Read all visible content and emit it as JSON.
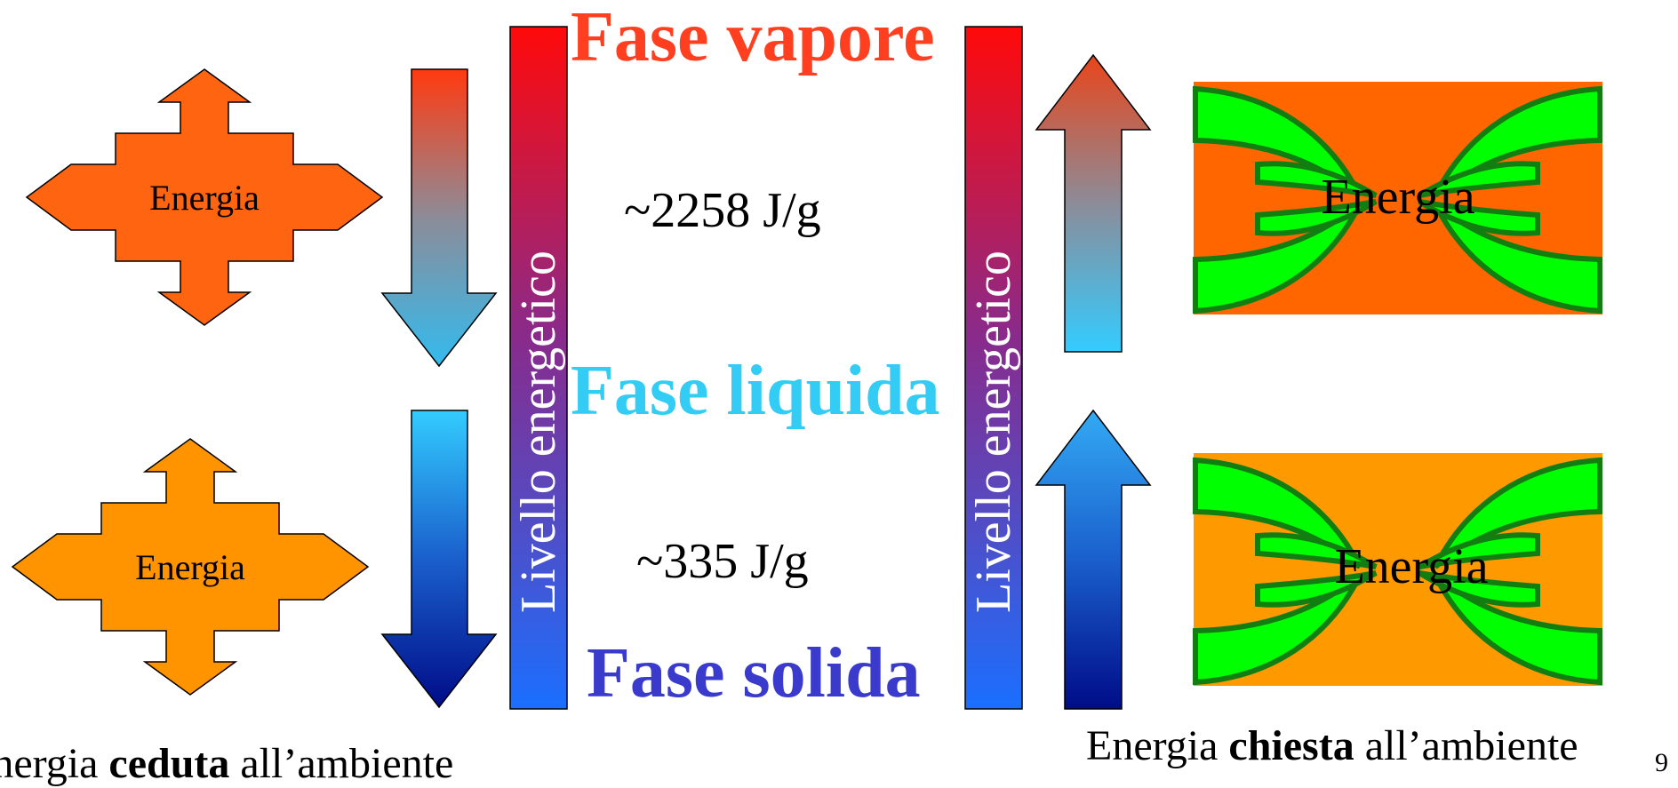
{
  "phases": {
    "vapor": {
      "label": "Fase vapore",
      "color": "#FF3F1F"
    },
    "liquid": {
      "label": "Fase liquida",
      "color": "#33CCF4"
    },
    "solid": {
      "label": "Fase solida",
      "color": "#3A3ACD"
    }
  },
  "energy_values": {
    "vaporization": "~2258 J/g",
    "fusion": "~335 J/g"
  },
  "energy_level_label": "Livello energetico",
  "released_shapes": {
    "top_label": "Energia",
    "bottom_label": "Energia",
    "top_color": "#FF6410",
    "bottom_color": "#FF9300"
  },
  "absorbed_boxes": {
    "top_label": "Energia",
    "bottom_label": "Energia",
    "top_color": "#FF6600",
    "bottom_color": "#FF9900",
    "swirl_color": "#00FF00"
  },
  "caption_left": {
    "prefix": "Energia ",
    "bold": "ceduta",
    "suffix": " all’ambiente"
  },
  "caption_right": {
    "prefix": "Energia ",
    "bold": "chiesta",
    "suffix": " all’ambiente"
  },
  "page_number": "9",
  "icons": [
    "four-way-arrow-icon",
    "down-arrow-icon",
    "up-arrow-icon",
    "swirl-icon"
  ]
}
